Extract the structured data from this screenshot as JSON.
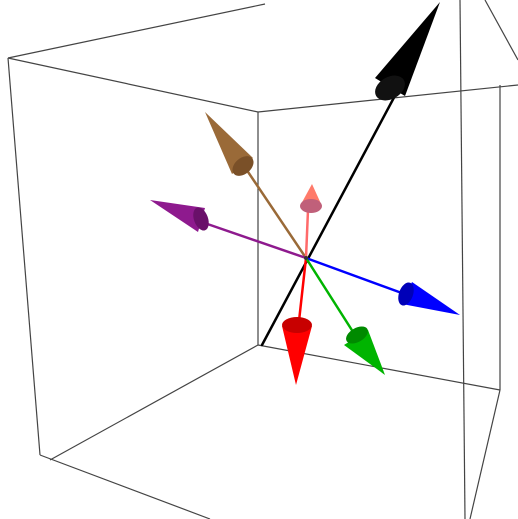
{
  "scene": {
    "description_visible_text": "",
    "background_color": "#ffffff",
    "box_color": "#444444",
    "vectors": [
      {
        "id": "vector-black",
        "color": "#000000",
        "shade": "#1a1a1a"
      },
      {
        "id": "vector-brown",
        "color": "#9a6a38",
        "shade": "#6b4422"
      },
      {
        "id": "vector-purple",
        "color": "#8e1a8e",
        "shade": "#5e0f5e"
      },
      {
        "id": "vector-pink",
        "color": "#ff6a6a",
        "shade": "#c65a6a"
      },
      {
        "id": "vector-blue",
        "color": "#0000ff",
        "shade": "#0000aa"
      },
      {
        "id": "vector-red",
        "color": "#ff0000",
        "shade": "#b00000"
      },
      {
        "id": "vector-green",
        "color": "#00b400",
        "shade": "#007a00"
      }
    ]
  }
}
